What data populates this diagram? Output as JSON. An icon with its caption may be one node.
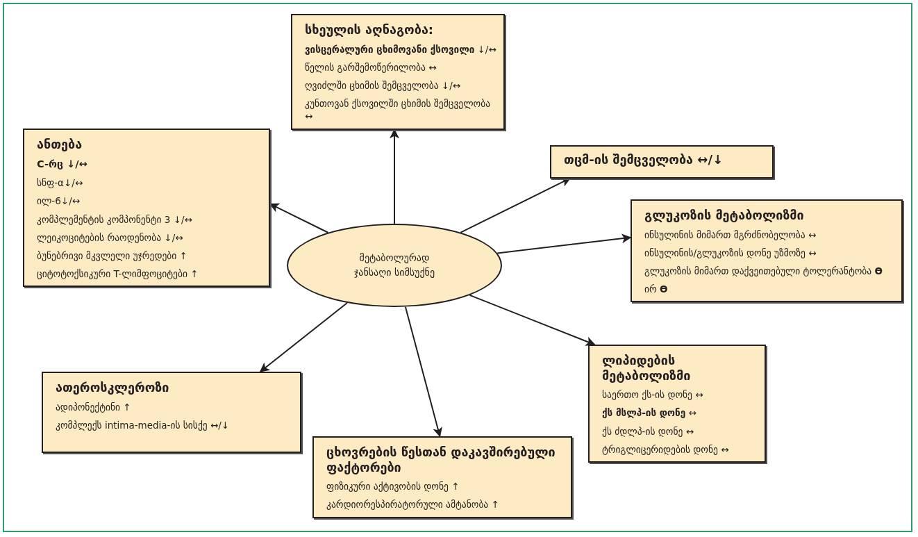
{
  "diagram": {
    "nodes": [
      {
        "text": [
          "მეტაბოლურად ჯანსაღი სიმსუქნე"
        ]
      },
      {
        "text": [
          "ანთება",
          "C-რც ↓/↔",
          "სნფ-α↓/↔",
          "ილ-6↓/↔",
          "კომპლემენტის კომპონენტი 3 ↓/↔",
          "ლეიკოციტების რაოდენობა ↓/↔",
          "ბუნებრივი მკვლელი უჯრედები ↑",
          "ციტოტოქსიკური T-ლიმფოციტები ↑"
        ]
      },
      {
        "text": [
          "სხეულის აღნაგობა:",
          "**ვისცერალური ცხიმოვანი ქსოვილი** ↓/↔",
          "წელის გარშემოწერილობა ↔",
          "ღვიძლში ცხიმის შემცველობა ↓/↔",
          "კუნთოვან ქსოვილში ცხიმის შემცველობა ↔"
        ]
      },
      {
        "text": [
          "თცმ-ის შემცველობა ↔/↓"
        ]
      },
      {
        "text": [
          "გლუკოზის მეტაბოლიზმი",
          "ინსულინის მიმართ მგრძნობელობა ↔",
          "ინსულინის/გლუკოზის დონე უზმოზე ↔",
          "გლუკოზის მიმართ დაქვეითებული ტოლერანტობა **ϴ**",
          "ირ **ϴ**"
        ]
      },
      {
        "text": [
          "ლიპიდების მეტაბოლიზმი",
          "საერთო ქს-ის დონე ↔",
          "**ქს მსლპ-ის დონე** ↔",
          "ქს ძდლპ-ის დონე ↔",
          "ტრიგლიცერიდების დონე ↔"
        ]
      },
      {
        "text": [
          "ცხოვრების წესთან დაკავშირებული ფაქტორები",
          "ფიზიკური აქტივობის დონე ↑",
          "კარდიორესპირატორული ამტანობა ↑"
        ]
      },
      {
        "text": [
          "ათეროსკლეროზი",
          "ადიპონექტინი ↑",
          "კომპლექს intima-media-ის სისქე ↔/↓"
        ]
      }
    ],
    "edges": [
      {
        "from": 0,
        "to": 1,
        "arrow": "to"
      },
      {
        "from": 0,
        "to": 2,
        "arrow": "to"
      },
      {
        "from": 0,
        "to": 3,
        "arrow": "to"
      },
      {
        "from": 0,
        "to": 4,
        "arrow": "to"
      },
      {
        "from": 0,
        "to": 5,
        "arrow": "to"
      },
      {
        "from": 0,
        "to": 6,
        "arrow": "to"
      },
      {
        "from": 0,
        "to": 7,
        "arrow": "to"
      }
    ]
  }
}
